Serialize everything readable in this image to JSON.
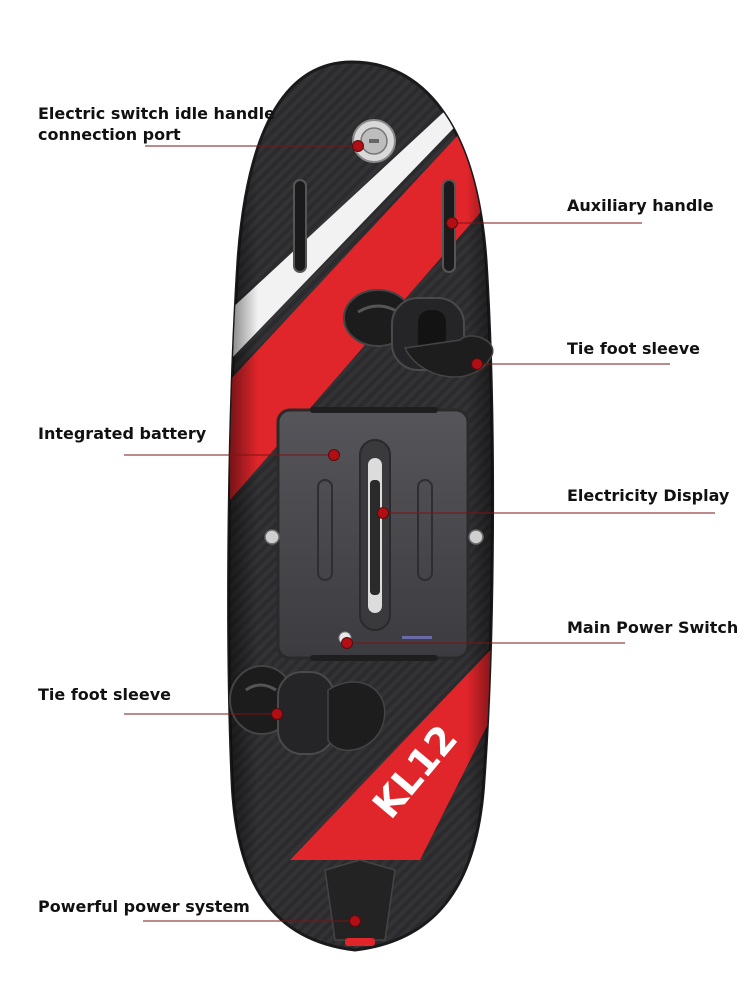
{
  "product": {
    "model_text": "KL12",
    "colors": {
      "deck": "#2a2a2c",
      "stripe": "#e0252b",
      "accent_white": "#f2f2f2",
      "battery": "#4a4a4d"
    }
  },
  "callouts": [
    {
      "id": "idle-handle-port",
      "text": "Electric switch idle handle connection port"
    },
    {
      "id": "auxiliary-handle",
      "text": "Auxiliary handle"
    },
    {
      "id": "tie-foot-sleeve-front",
      "text": "Tie foot sleeve"
    },
    {
      "id": "integrated-battery",
      "text": "Integrated battery"
    },
    {
      "id": "electricity-display",
      "text": "Electricity Display"
    },
    {
      "id": "main-power-switch",
      "text": "Main Power Switch"
    },
    {
      "id": "tie-foot-sleeve-rear",
      "text": "Tie foot sleeve"
    },
    {
      "id": "power-system",
      "text": "Powerful power system"
    }
  ],
  "marker_color": "#b10e16"
}
